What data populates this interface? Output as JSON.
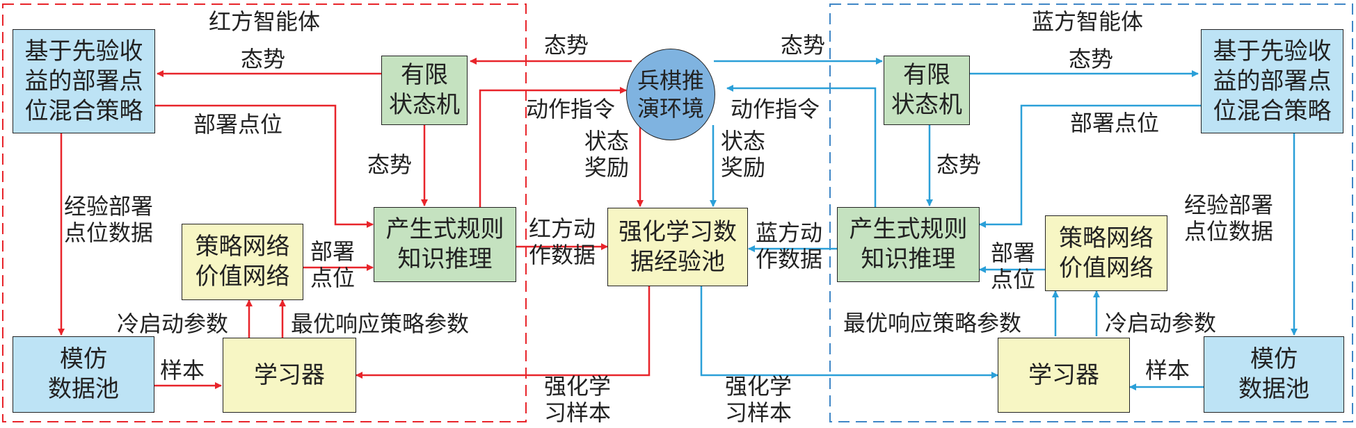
{
  "red_agent": {
    "title": "红方智能体",
    "prior_strategy": [
      "基于先验收",
      "益的部署点",
      "位混合策略"
    ],
    "fsm": [
      "有限",
      "状态机"
    ],
    "rule_inference": [
      "产生式规则",
      "知识推理"
    ],
    "policy_value_net": [
      "策略网络",
      "价值网络"
    ],
    "imitation_pool": [
      "模仿",
      "数据池"
    ],
    "learner": "学习器",
    "labels": {
      "situation_top": "态势",
      "deploy_point": "部署点位",
      "situation_mid": "态势",
      "experience_data": [
        "经验部署",
        "点位数据"
      ],
      "deploy_point_short": [
        "部署",
        "点位"
      ],
      "cold_start": "冷启动参数",
      "best_response": "最优响应策略参数",
      "sample": "样本"
    }
  },
  "blue_agent": {
    "title": "蓝方智能体",
    "prior_strategy": [
      "基于先验收",
      "益的部署点",
      "位混合策略"
    ],
    "fsm": [
      "有限",
      "状态机"
    ],
    "rule_inference": [
      "产生式规则",
      "知识推理"
    ],
    "policy_value_net": [
      "策略网络",
      "价值网络"
    ],
    "imitation_pool": [
      "模仿",
      "数据池"
    ],
    "learner": "学习器",
    "labels": {
      "situation_top": "态势",
      "deploy_point": "部署点位",
      "situation_mid": "态势",
      "experience_data": [
        "经验部署",
        "点位数据"
      ],
      "deploy_point_short": [
        "部署",
        "点位"
      ],
      "cold_start": "冷启动参数",
      "best_response": "最优响应策略参数",
      "sample": "样本"
    }
  },
  "center": {
    "environment": [
      "兵棋推",
      "演环境"
    ],
    "rl_pool": [
      "强化学习数",
      "据经验池"
    ],
    "labels": {
      "situation_left": "态势",
      "situation_right": "态势",
      "action_left": "动作指令",
      "action_right": "动作指令",
      "state_reward_left": [
        "状态",
        "奖励"
      ],
      "state_reward_right": [
        "状态",
        "奖励"
      ],
      "red_action_data": [
        "红方动",
        "作数据"
      ],
      "blue_action_data": [
        "蓝方动",
        "作数据"
      ],
      "rl_sample_left": [
        "强化学",
        "习样本"
      ],
      "rl_sample_right": [
        "强化学",
        "习样本"
      ]
    }
  },
  "colors": {
    "red_arrow": "#e8242a",
    "blue_arrow": "#2a9fd8",
    "box_blue": "#bde3f5",
    "box_green": "#c5e2c0",
    "box_yellow": "#f7f6c4",
    "env_fill": "#7fb3e0"
  }
}
